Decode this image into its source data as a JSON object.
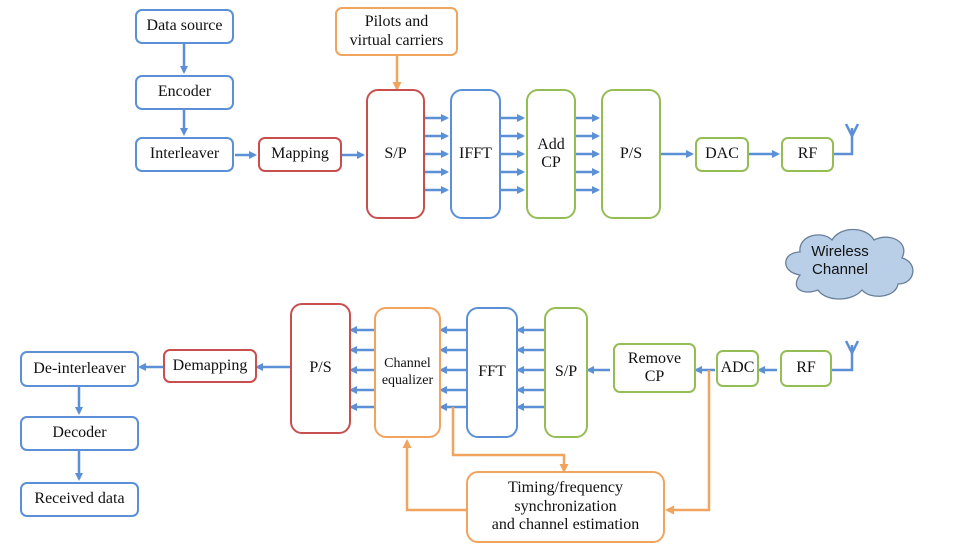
{
  "transmitter": {
    "data_source": "Data source",
    "encoder": "Encoder",
    "interleaver": "Interleaver",
    "mapping": "Mapping",
    "pilots": "Pilots and\nvirtual carriers",
    "sp": "S/P",
    "ifft": "IFFT",
    "add_cp": "Add\nCP",
    "ps": "P/S",
    "dac": "DAC",
    "rf": "RF"
  },
  "channel": {
    "label": "Wireless\nChannel"
  },
  "receiver": {
    "rf": "RF",
    "adc": "ADC",
    "remove_cp": "Remove\nCP",
    "sp": "S/P",
    "fft": "FFT",
    "equalizer": "Channel\nequalizer",
    "ps": "P/S",
    "demapping": "Demapping",
    "deinterleaver": "De-interleaver",
    "decoder": "Decoder",
    "received_data": "Received data",
    "sync": "Timing/frequency\nsynchronization\nand channel estimation"
  },
  "colors": {
    "blue": "#5b8fd6",
    "red": "#c94f4f",
    "green": "#95bd56",
    "orange": "#f0a45d",
    "cloud": "#b9cfe8"
  }
}
